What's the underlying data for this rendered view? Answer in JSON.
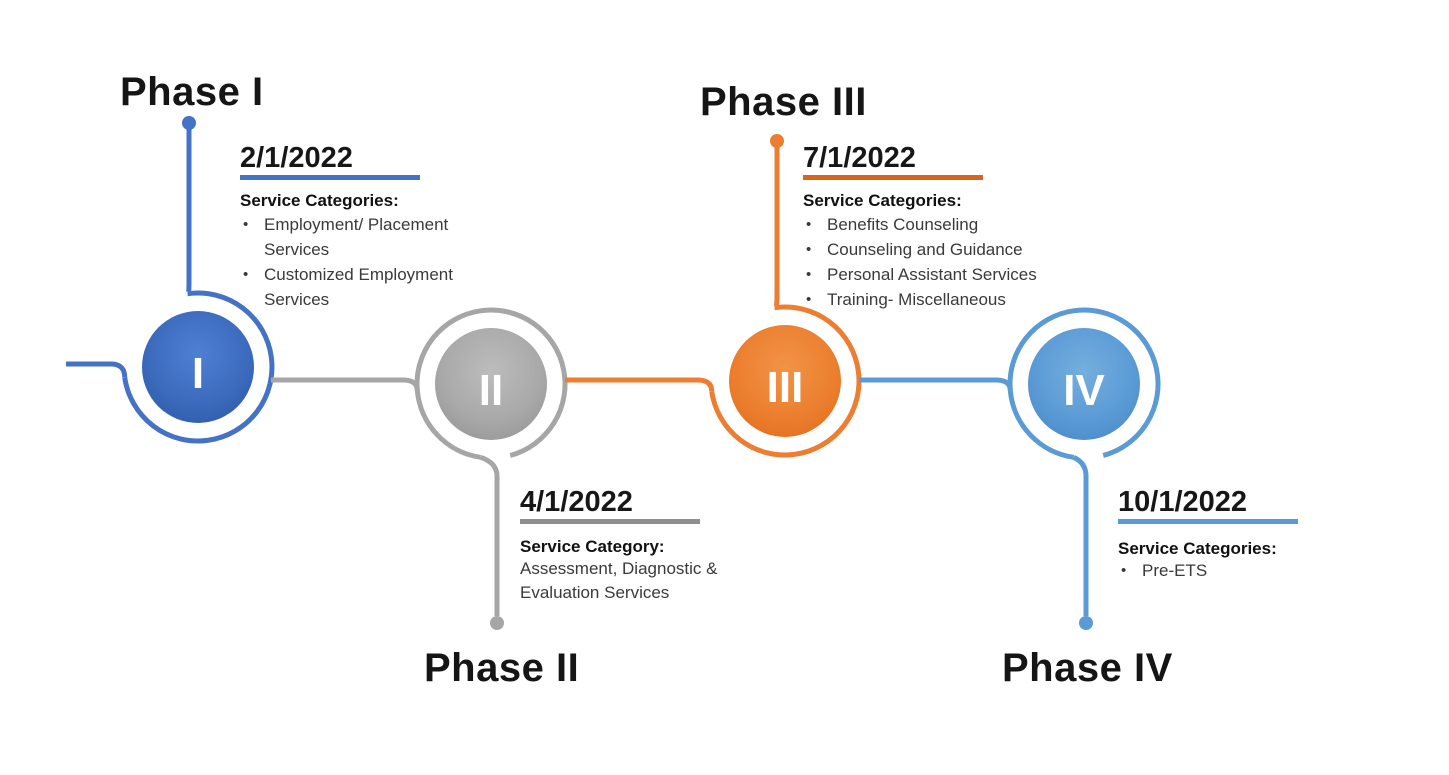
{
  "palette": {
    "phase1_blue": "#4472C4",
    "phase2_gray": "#A6A6A6",
    "phase3_orange": "#ED7D31",
    "phase4_light_blue": "#5B9BD5",
    "title_text": "#151515",
    "body_text": "#3A3A3A"
  },
  "phases": [
    {
      "numeral": "I",
      "title": "Phase I",
      "date": "2/1/2022",
      "heading": "Service Categories:",
      "items": [
        "Employment/ Placement Services",
        "Customized Employment Services"
      ]
    },
    {
      "numeral": "II",
      "title": "Phase II",
      "date": "4/1/2022",
      "heading": "Service Category:",
      "body": "Assessment, Diagnostic & Evaluation Services"
    },
    {
      "numeral": "III",
      "title": "Phase III",
      "date": "7/1/2022",
      "heading": "Service Categories:",
      "items": [
        "Benefits Counseling",
        "Counseling and Guidance",
        "Personal Assistant Services",
        "Training- Miscellaneous"
      ]
    },
    {
      "numeral": "IV",
      "title": "Phase IV",
      "date": "10/1/2022",
      "heading": "Service Categories:",
      "items": [
        "Pre-ETS"
      ]
    }
  ]
}
